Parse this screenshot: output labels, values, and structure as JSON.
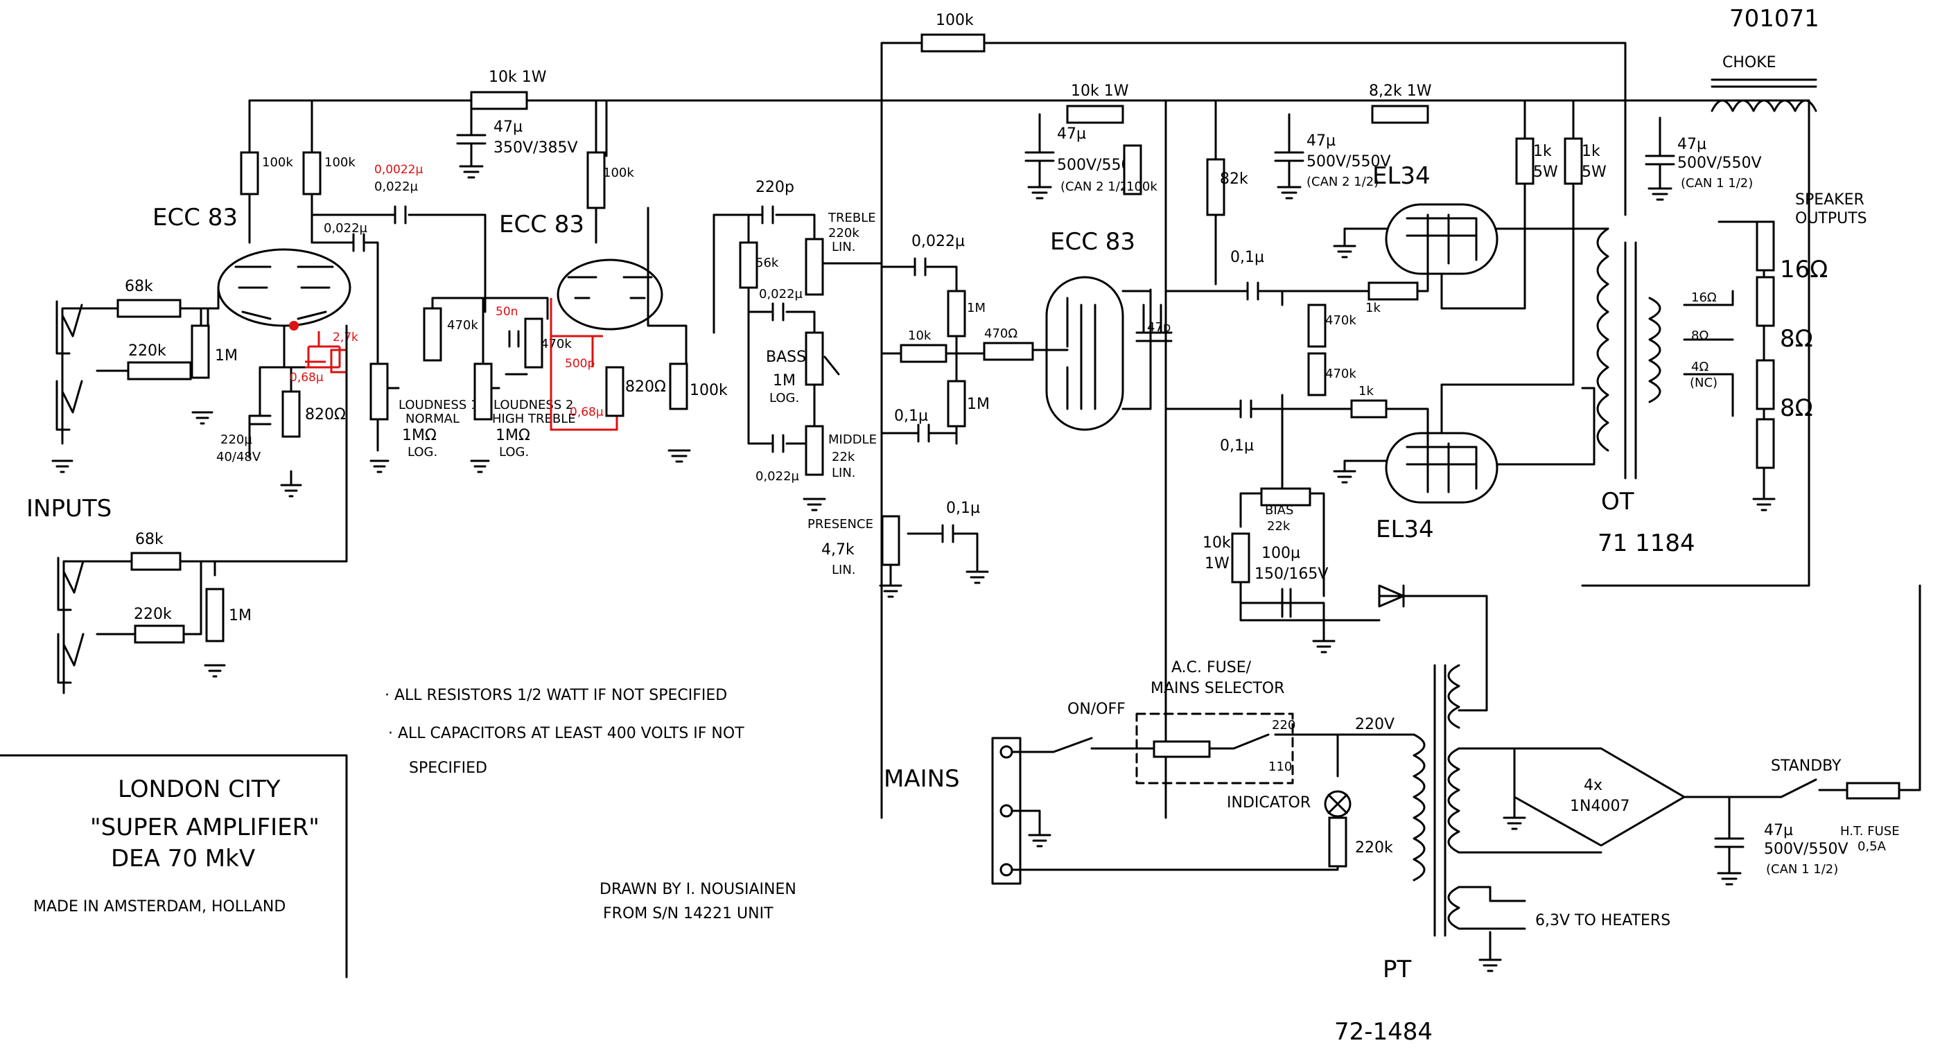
{
  "drawing_no": "701071",
  "choke": "CHOKE",
  "tubes": {
    "ecc83_a": "ECC 83",
    "ecc83_b": "ECC 83",
    "ecc83_c": "ECC 83",
    "el34_top": "EL34",
    "el34_bottom": "EL34"
  },
  "inputs_label": "INPUTS",
  "resistors": {
    "r_100k_top": "100k",
    "r_10k1w_a": "10k 1W",
    "r_10k1w_b": "10k 1W",
    "r_82k1w": "8,2k 1W",
    "r_100k_v1a": "100k",
    "r_100k_v1b": "100k",
    "r_100k_v2": "100k",
    "r_100k_v2k": "100k",
    "r_100k_pi": "100k",
    "r_68k_a": "68k",
    "r_220k_a": "220k",
    "r_1m_a": "1M",
    "r_68k_b": "68k",
    "r_220k_b": "220k",
    "r_1m_b": "1M",
    "r_820_a": "820Ω",
    "r_820_b": "820Ω",
    "r_470k_a": "470k",
    "r_470k_b": "470k",
    "r_56k": "56k",
    "r_10k_tone": "10k",
    "r_1m_t1": "1M",
    "r_470_pi": "470Ω",
    "r_1m_t2": "1M",
    "r_82k": "82k",
    "r_1k_a": "1k",
    "r_1k_b": "1k",
    "r_470k_c": "470k",
    "r_470k_d": "470k",
    "r_1k5w_a": "1k",
    "r_1k5w_b": "1k",
    "r_5w_a": "5W",
    "r_5w_b": "5W",
    "r_10k_bias": "10k",
    "r_1w_bias": "1W",
    "r_220k_ind": "220k"
  },
  "capacitors": {
    "c_47u_a": "47µ",
    "c_350v": "350V/385V",
    "c_47u_b": "47µ",
    "c_500v_b": "500V/550V",
    "c_can_b": "(CAN 2 1/2)",
    "c_47u_c": "47µ",
    "c_500v_c": "500V/550V",
    "c_can_c": "(CAN 2 1/2)",
    "c_47u_d": "47µ",
    "c_500v_d": "500V/550V",
    "c_can_d": "(CAN 1 1/2)",
    "c_022_a": "0,022µ",
    "c_022_b": "0,022µ",
    "c_220u": "220µ",
    "c_40v": "40/48V",
    "c_220p": "220p",
    "c_022_c": "0,022µ",
    "c_022_d": "0,022µ",
    "c_022_e": "0,022µ",
    "c_01_a": "0,1µ",
    "c_01_b": "0,1µ",
    "c_01_c": "0,1µ",
    "c_01_d": "0,1µ",
    "c_47p": "47p",
    "c_100u": "100µ",
    "c_150v": "150/165V",
    "c_47u_e": "47µ",
    "c_500v_e": "500V/550V",
    "c_can_e": "(CAN 1 1/2)"
  },
  "pots": {
    "loud1": "LOUDNESS 1",
    "loud1_sub": "NORMAL",
    "loud1_val": "1MΩ",
    "loud1_log": "LOG.",
    "loud2": "LOUDNESS 2",
    "loud2_sub": "HIGH TREBLE",
    "loud2_val": "1MΩ",
    "loud2_log": "LOG.",
    "treble": "TREBLE",
    "treble_val": "220k",
    "treble_lin": "LIN.",
    "bass": "BASS",
    "bass_val": "1M",
    "bass_log": "LOG.",
    "middle": "MIDDLE",
    "middle_val": "22k",
    "middle_lin": "LIN.",
    "presence": "PRESENCE",
    "presence_val": "4,7k",
    "presence_lin": "LIN.",
    "bias": "BIAS",
    "bias_val": "22k"
  },
  "mods": {
    "m1": "0,0022µ",
    "m2": "2,7k",
    "m3": "0,68µ",
    "m4": "50n",
    "m5": "500p",
    "m6": "0,68µ"
  },
  "speaker": {
    "title": "SPEAKER",
    "title2": "OUTPUTS",
    "t16": "16Ω",
    "t8": "8Ω",
    "t4": "4Ω",
    "t4nc": "(NC)",
    "o16": "16Ω",
    "o8a": "8Ω",
    "o8b": "8Ω"
  },
  "ot": {
    "label": "OT",
    "num": "71 1184"
  },
  "pt": {
    "label": "PT",
    "num": "72-1484"
  },
  "power": {
    "onoff": "ON/OFF",
    "fuse_title": "A.C. FUSE/",
    "fuse_title2": "MAINS SELECTOR",
    "v220": "220V",
    "v220b": "220",
    "v110": "110",
    "indicator": "INDICATOR",
    "mains": "MAINS",
    "bridge1": "4x",
    "bridge2": "1N4007",
    "standby": "STANDBY",
    "ht1": "H.T. FUSE",
    "ht2": "0,5A",
    "heaters": "6,3V TO HEATERS"
  },
  "notes": {
    "n1": "· ALL RESISTORS 1/2 WATT IF NOT SPECIFIED",
    "n2": "· ALL CAPACITORS AT LEAST 400 VOLTS IF NOT",
    "n3": "SPECIFIED"
  },
  "title_block": {
    "name": "LONDON CITY",
    "model": "\"SUPER AMPLIFIER\"",
    "model2": "DEA 70 MkV",
    "made": "MADE IN AMSTERDAM, HOLLAND"
  },
  "credit": {
    "line1": "DRAWN BY I. NOUSIAINEN",
    "line2": "FROM S/N 14221 UNIT"
  }
}
